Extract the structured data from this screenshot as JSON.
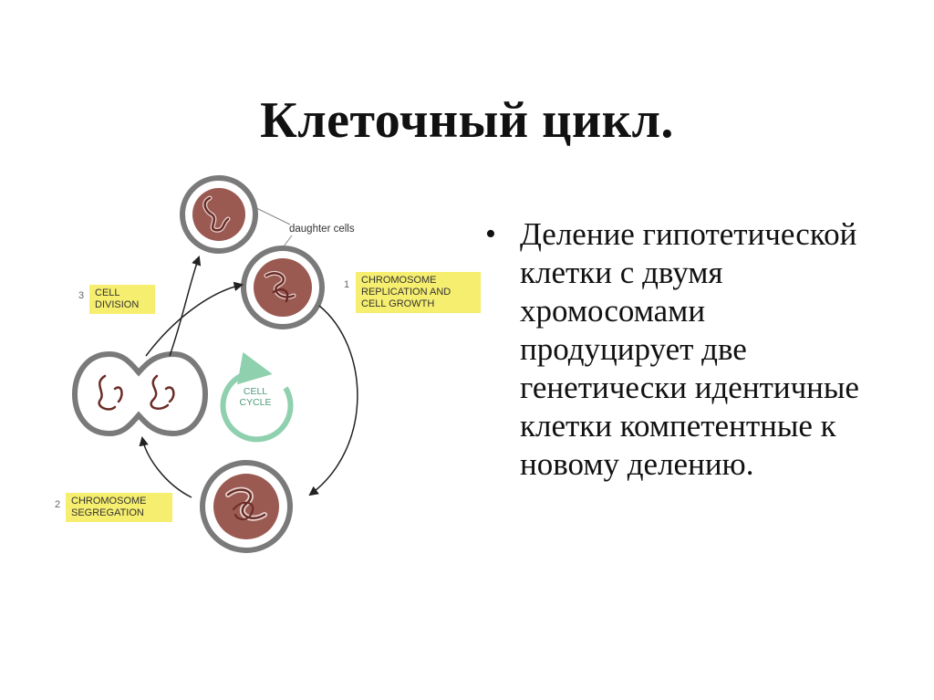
{
  "slide": {
    "title": "Клеточный цикл."
  },
  "diagram": {
    "daughter_cells_label": "daughter cells",
    "cycle_center_label": "CELL\nCYCLE",
    "steps": [
      {
        "number": "1",
        "label": "CHROMOSOME\nREPLICATION AND\nCELL GROWTH"
      },
      {
        "number": "2",
        "label": "CHROMOSOME\nSEGREGATION"
      },
      {
        "number": "3",
        "label": "CELL\nDIVISION"
      }
    ],
    "colors": {
      "label_box": "#f6ee6f",
      "nucleus": "#9a5a52",
      "cell_border": "#7a7a7a",
      "cycle_arrow": "#8fd0ae",
      "chromosome": "#6b2c28"
    }
  },
  "bullet": {
    "text": "Деление гипотетической клетки с двумя хромосомами продуцирует две генетически идентичные клетки компетентные к новому делению."
  }
}
